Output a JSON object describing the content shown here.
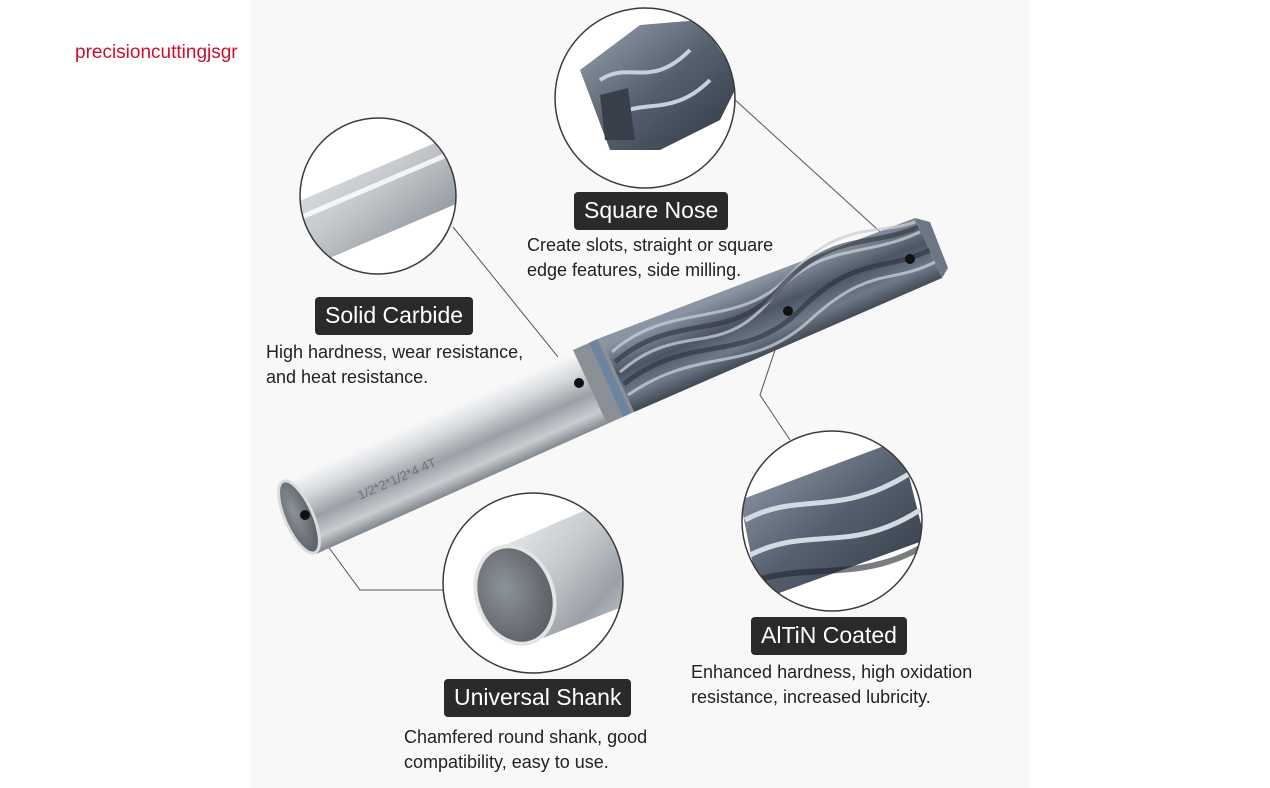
{
  "brand": {
    "text": "precisioncuttingjsgr"
  },
  "colors": {
    "brand": "#c8102e",
    "label_bg": "#2a2a2a",
    "body_text": "#222222",
    "steel": "#b9bdc2",
    "coating": "#4f5866"
  },
  "callouts": [
    {
      "id": "square-nose",
      "title": "Square Nose",
      "desc": [
        "Create slots, straight or square",
        "edge features, side milling."
      ]
    },
    {
      "id": "solid-carbide",
      "title": "Solid Carbide",
      "desc": [
        "High hardness, wear resistance,",
        "and heat resistance."
      ]
    },
    {
      "id": "altin-coated",
      "title": "AlTiN Coated",
      "desc": [
        "Enhanced hardness, high oxidation",
        "resistance, increased lubricity."
      ]
    },
    {
      "id": "universal-shank",
      "title": "Universal Shank",
      "desc": [
        "Chamfered round shank, good",
        "compatibility, easy to use."
      ]
    }
  ],
  "engraving": {
    "text": "1/2*2*1/2*4 4T"
  }
}
